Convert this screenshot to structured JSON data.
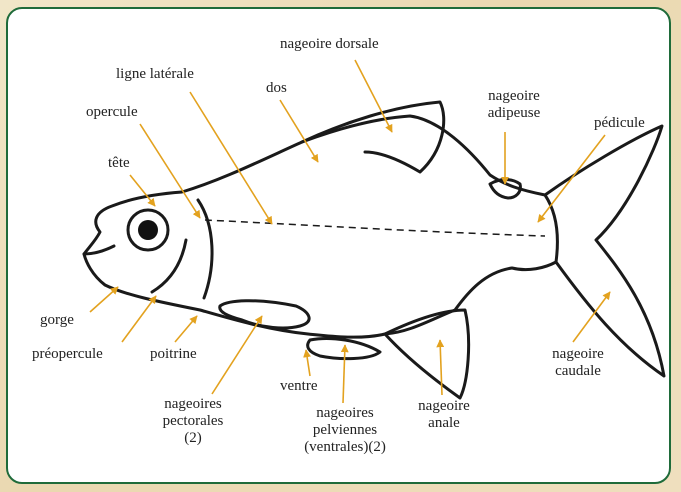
{
  "accent_color": "#e3a21f",
  "border_color": "#1f6b3a",
  "labels": {
    "nageoire_dorsale": "nageoire dorsale",
    "ligne_laterale": "ligne latérale",
    "opercule": "opercule",
    "dos": "dos",
    "nageoire_adipeuse": "nageoire\nadipeuse",
    "pedicule": "pédicule",
    "tete": "tête",
    "gorge": "gorge",
    "preopercule": "préopercule",
    "poitrine": "poitrine",
    "ventre": "ventre",
    "nageoires_pectorales": "nageoires\npectorales\n(2)",
    "nageoires_pelviennes": "nageoires\npelviennes\n(ventrales)(2)",
    "nageoire_anale": "nageoire\nanale",
    "nageoire_caudale": "nageoire\ncaudale"
  }
}
